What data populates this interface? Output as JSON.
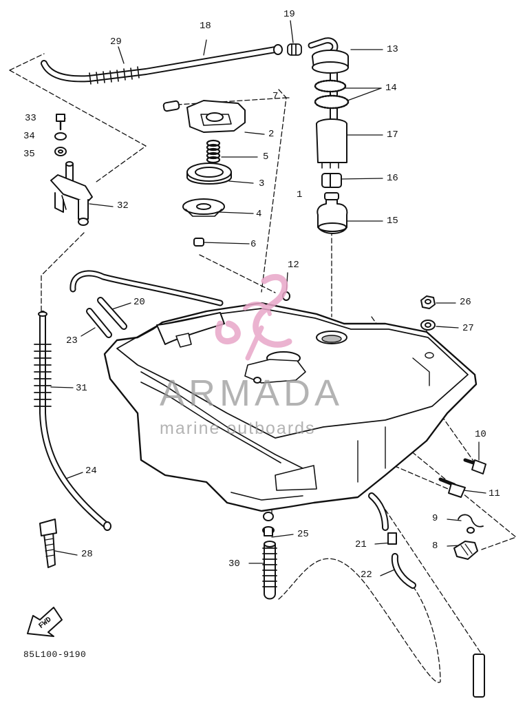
{
  "watermark": {
    "brand": "ARMADA",
    "tagline": "marine outboards",
    "logo_color": "#e8a6c8",
    "text_color": "#9a9a9a"
  },
  "diagram_code": "85L100-9190",
  "fwd_badge": "FWD",
  "callouts": [
    {
      "id": "c1",
      "text": "1"
    },
    {
      "id": "c2",
      "text": "2"
    },
    {
      "id": "c3",
      "text": "3"
    },
    {
      "id": "c4",
      "text": "4"
    },
    {
      "id": "c5",
      "text": "5"
    },
    {
      "id": "c6",
      "text": "6"
    },
    {
      "id": "c7",
      "text": "7"
    },
    {
      "id": "c8",
      "text": "8"
    },
    {
      "id": "c9",
      "text": "9"
    },
    {
      "id": "c10",
      "text": "10"
    },
    {
      "id": "c11",
      "text": "11"
    },
    {
      "id": "c12",
      "text": "12"
    },
    {
      "id": "c13",
      "text": "13"
    },
    {
      "id": "c14",
      "text": "14"
    },
    {
      "id": "c15",
      "text": "15"
    },
    {
      "id": "c16",
      "text": "16"
    },
    {
      "id": "c17",
      "text": "17"
    },
    {
      "id": "c18",
      "text": "18"
    },
    {
      "id": "c19",
      "text": "19"
    },
    {
      "id": "c20",
      "text": "20"
    },
    {
      "id": "c21",
      "text": "21"
    },
    {
      "id": "c22",
      "text": "22"
    },
    {
      "id": "c23",
      "text": "23"
    },
    {
      "id": "c24",
      "text": "24"
    },
    {
      "id": "c25",
      "text": "25"
    },
    {
      "id": "c26",
      "text": "26"
    },
    {
      "id": "c27",
      "text": "27"
    },
    {
      "id": "c28",
      "text": "28"
    },
    {
      "id": "c29",
      "text": "29"
    },
    {
      "id": "c30",
      "text": "30"
    },
    {
      "id": "c31",
      "text": "31"
    },
    {
      "id": "c32",
      "text": "32"
    },
    {
      "id": "c33",
      "text": "33"
    },
    {
      "id": "c34",
      "text": "34"
    },
    {
      "id": "c35",
      "text": "35"
    }
  ]
}
